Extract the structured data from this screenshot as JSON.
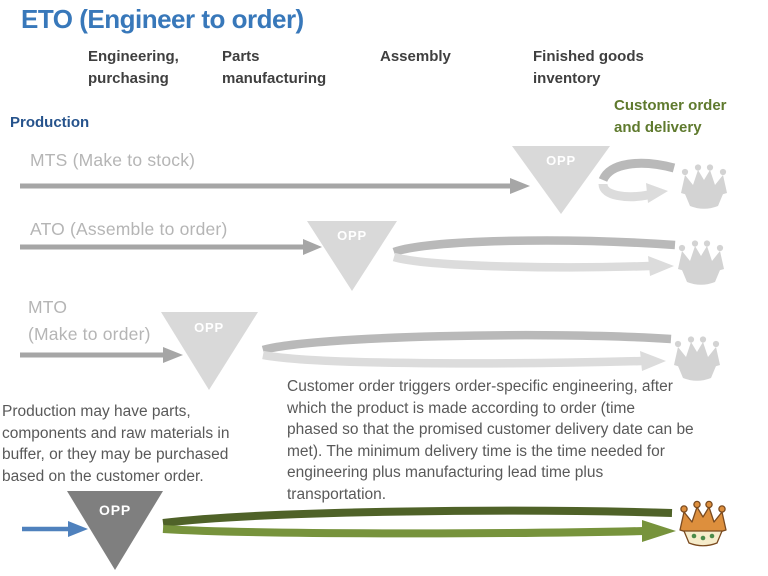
{
  "title": "ETO (Engineer to order)",
  "columns": [
    "Engineering,\npurchasing",
    "Parts\nmanufacturing",
    "Assembly",
    "Finished goods\ninventory"
  ],
  "labels": {
    "production": "Production",
    "customer": "Customer order\nand delivery"
  },
  "rows": [
    {
      "id": "mts",
      "label": "MTS (Make to stock)",
      "opp": "OPP"
    },
    {
      "id": "ato",
      "label": "ATO (Assemble to order)",
      "opp": "OPP"
    },
    {
      "id": "mto",
      "label": "MTO\n(Make to order)",
      "opp": "OPP"
    },
    {
      "id": "eto",
      "label": "",
      "opp": "OPP"
    }
  ],
  "notes": {
    "left": "Production may have parts,\ncomponents and raw materials in\nbuffer, or they  may be purchased\nbased on the customer order.",
    "right": "Customer order triggers order-specific engineering, after\nwhich the  product is made according to order (time\nphased so that the promised customer delivery date can be\nmet). The minimum delivery time is the time needed for\nengineering plus manufacturing lead time plus\ntransportation."
  },
  "icons": {
    "customer_gray": "crown-customer-icon",
    "customer_colored": "crown-customer-icon-colored",
    "opp_marker": "inverted-triangle-opp-icon"
  },
  "colors": {
    "title_blue": "#3878BA",
    "production_blue": "#26538C",
    "customer_green": "#5F7A2E",
    "row_label_gray": "#B5B5B5",
    "arrow_gray": "#A6A6A6",
    "triangle_light_gray": "#D9D9D9",
    "triangle_dark_gray": "#7F7F7F",
    "loop_dark_gray": "#B9B9B9",
    "loop_light_gray": "#DCDCDC",
    "loop_dark_green": "#4F6228",
    "loop_light_green": "#77933C",
    "arrow_blue": "#4F81BD",
    "crown_gray": "#D3D3D3"
  }
}
